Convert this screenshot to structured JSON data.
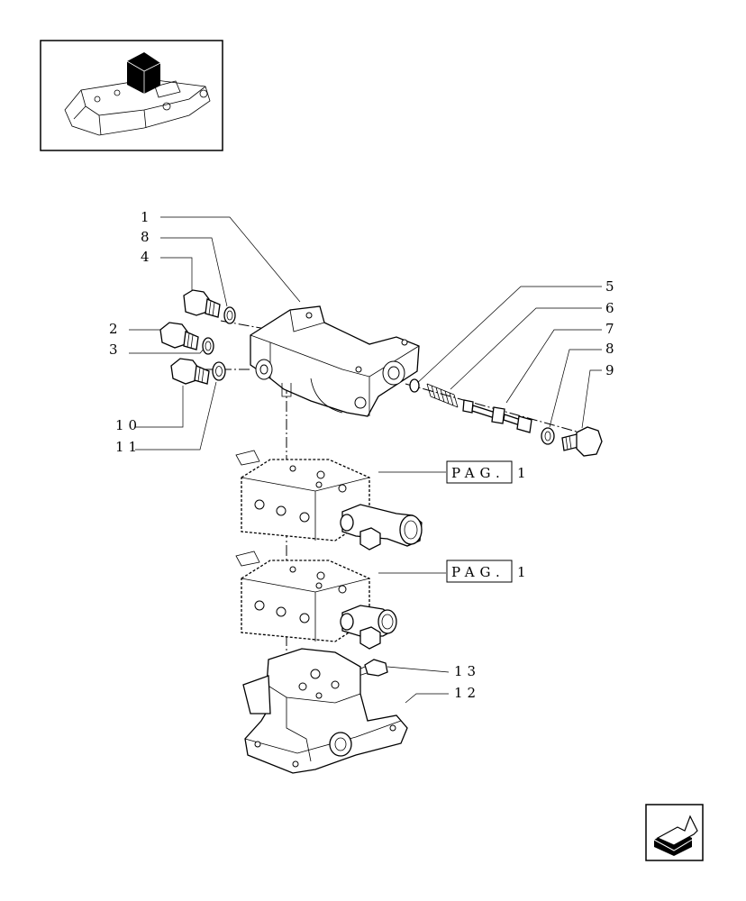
{
  "callouts": {
    "c1": "1",
    "c8a": "8",
    "c4": "4",
    "c2": "2",
    "c3": "3",
    "c10": "10",
    "c11": "11",
    "c5": "5",
    "c6": "6",
    "c7": "7",
    "c8b": "8",
    "c9": "9",
    "c13": "13",
    "c12": "12"
  },
  "page_refs": {
    "ref1": "PAG.",
    "ref1_num": "1",
    "ref2": "PAG.",
    "ref2_num": "1"
  },
  "colors": {
    "line": "#000000",
    "background": "#ffffff"
  },
  "icons": {
    "thumbnail": "tractor-lift-thumbnail",
    "nav": "next-page-arrow-icon"
  }
}
